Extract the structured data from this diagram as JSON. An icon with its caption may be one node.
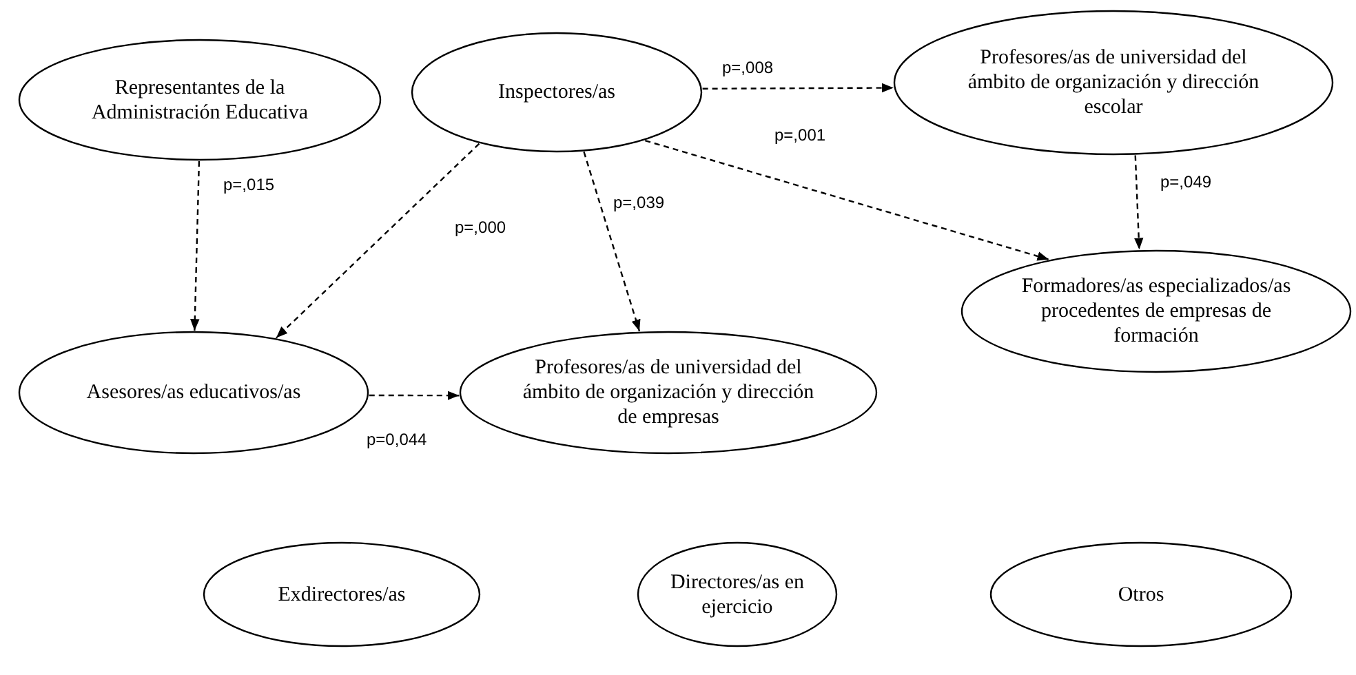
{
  "diagram": {
    "nodes": [
      {
        "text": [
          "Representantes de la Administración Educativa"
        ]
      },
      {
        "text": [
          "Inspectores/as"
        ]
      },
      {
        "text": [
          "Profesores/as de universidad del ámbito de organización y dirección escolar"
        ]
      },
      {
        "text": [
          "Formadores/as especializados/as procedentes de empresas de formación"
        ]
      },
      {
        "text": [
          "Asesores/as educativos/as"
        ]
      },
      {
        "text": [
          "Profesores/as de universidad del ámbito de organización y dirección de empresas"
        ]
      },
      {
        "text": [
          "Exdirectores/as"
        ]
      },
      {
        "text": [
          "Directores/as en ejercicio"
        ]
      },
      {
        "text": [
          "Otros"
        ]
      }
    ],
    "edges": [
      {
        "from": 0,
        "to": 4,
        "arrow": "to",
        "label": "p=,015",
        "style": "dashed"
      },
      {
        "from": 1,
        "to": 4,
        "arrow": "to",
        "label": "p=,000",
        "style": "dashed"
      },
      {
        "from": 1,
        "to": 5,
        "arrow": "to",
        "label": "p=,039",
        "style": "dashed"
      },
      {
        "from": 1,
        "to": 2,
        "arrow": "to",
        "label": "p=,008",
        "style": "dashed"
      },
      {
        "from": 1,
        "to": 3,
        "arrow": "to",
        "label": "p=,001",
        "style": "dashed"
      },
      {
        "from": 2,
        "to": 3,
        "arrow": "to",
        "label": "p=,049",
        "style": "dashed"
      },
      {
        "from": 4,
        "to": 5,
        "arrow": "to",
        "label": "p=0,044",
        "style": "dashed"
      }
    ]
  }
}
